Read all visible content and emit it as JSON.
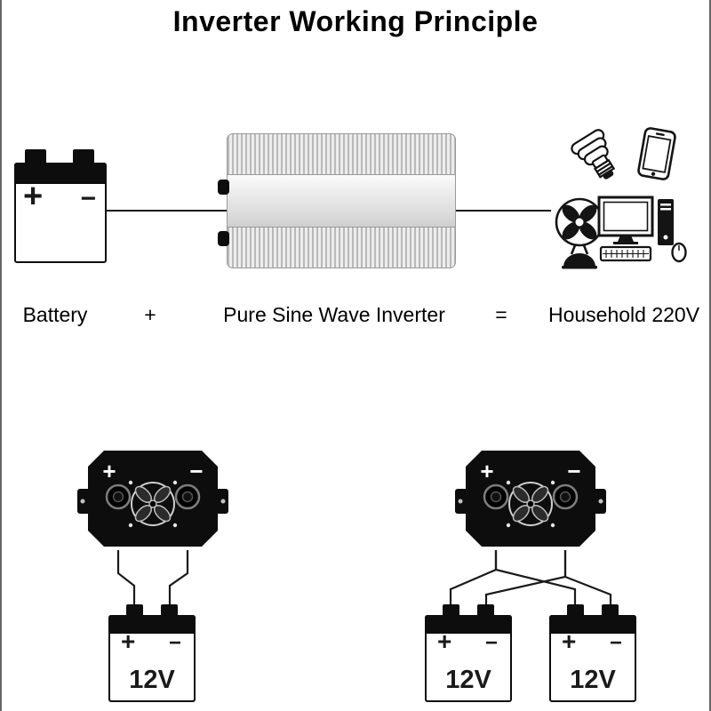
{
  "title": "Inverter Working Principle",
  "equation": {
    "battery": "Battery",
    "plus": "+",
    "inverter": "Pure Sine Wave Inverter",
    "equals": "=",
    "output": "Household 220V"
  },
  "battery_icon": {
    "plus": "+",
    "minus": "−"
  },
  "single_setup": {
    "inverter": {
      "plus": "+",
      "minus": "−"
    },
    "battery": {
      "plus": "+",
      "minus": "−",
      "voltage": "12V"
    }
  },
  "parallel_setup": {
    "inverter": {
      "plus": "+",
      "minus": "−"
    },
    "batteries": [
      {
        "plus": "+",
        "minus": "−",
        "voltage": "12V"
      },
      {
        "plus": "+",
        "minus": "−",
        "voltage": "12V"
      }
    ]
  },
  "icons": {
    "battery": "battery-icon",
    "inverter": "inverter-icon",
    "bulb": "cfl-bulb-icon",
    "phone": "smartphone-icon",
    "fan": "fan-icon",
    "computer": "desktop-computer-icon",
    "inverter_top": "inverter-top-view-icon",
    "battery_12v": "battery-12v-icon"
  },
  "colors": {
    "line": "#1a1a1a",
    "body_black": "#0d0d0d",
    "silver_dark": "#b9b9b9",
    "silver_light": "#ededed"
  }
}
